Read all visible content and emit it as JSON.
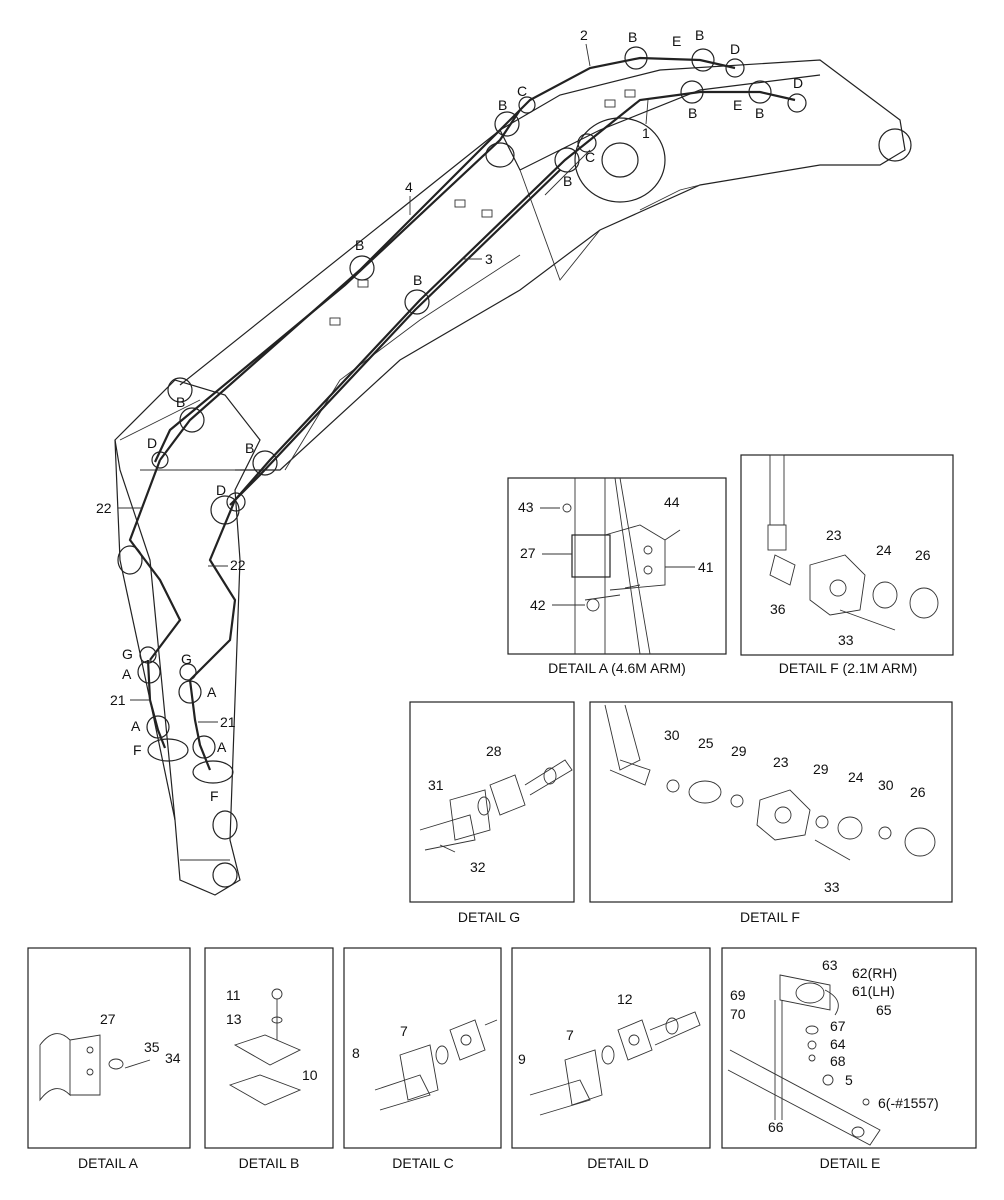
{
  "main_labels": {
    "hose_1": "1",
    "hose_2": "2",
    "hose_3": "3",
    "hose_4": "4",
    "hose_21a": "21",
    "hose_21b": "21",
    "hose_22a": "22",
    "hose_22b": "22",
    "B": "B",
    "C": "C",
    "D": "D",
    "E": "E",
    "A": "A",
    "F": "F",
    "G": "G"
  },
  "details": {
    "a_46m": {
      "caption": "DETAIL A (4.6M ARM)",
      "parts": {
        "p43": "43",
        "p44": "44",
        "p27": "27",
        "p41": "41",
        "p42": "42"
      }
    },
    "f_21m": {
      "caption": "DETAIL  F (2.1M ARM)",
      "parts": {
        "p23": "23",
        "p24": "24",
        "p26": "26",
        "p36": "36",
        "p33": "33"
      }
    },
    "g": {
      "caption": "DETAIL  G",
      "parts": {
        "p28": "28",
        "p31": "31",
        "p32": "32"
      }
    },
    "f": {
      "caption": "DETAIL  F",
      "parts": {
        "p30a": "30",
        "p25": "25",
        "p29a": "29",
        "p23": "23",
        "p29b": "29",
        "p24": "24",
        "p30b": "30",
        "p26": "26",
        "p33": "33"
      }
    },
    "a": {
      "caption": "DETAIL  A",
      "parts": {
        "p27": "27",
        "p35": "35",
        "p34": "34"
      }
    },
    "b": {
      "caption": "DETAIL  B",
      "parts": {
        "p11": "11",
        "p13": "13",
        "p10": "10"
      }
    },
    "c": {
      "caption": "DETAIL  C",
      "parts": {
        "p7": "7",
        "p8": "8"
      }
    },
    "d": {
      "caption": "DETAIL  D",
      "parts": {
        "p12": "12",
        "p7": "7",
        "p9": "9"
      }
    },
    "e": {
      "caption": "DETAIL  E",
      "parts": {
        "p63": "63",
        "p62": "62(RH)",
        "p61": "61(LH)",
        "p69": "69",
        "p65": "65",
        "p70": "70",
        "p67": "67",
        "p64": "64",
        "p68": "68",
        "p5": "5",
        "p6": "6(-#1557)",
        "p66": "66"
      }
    }
  }
}
